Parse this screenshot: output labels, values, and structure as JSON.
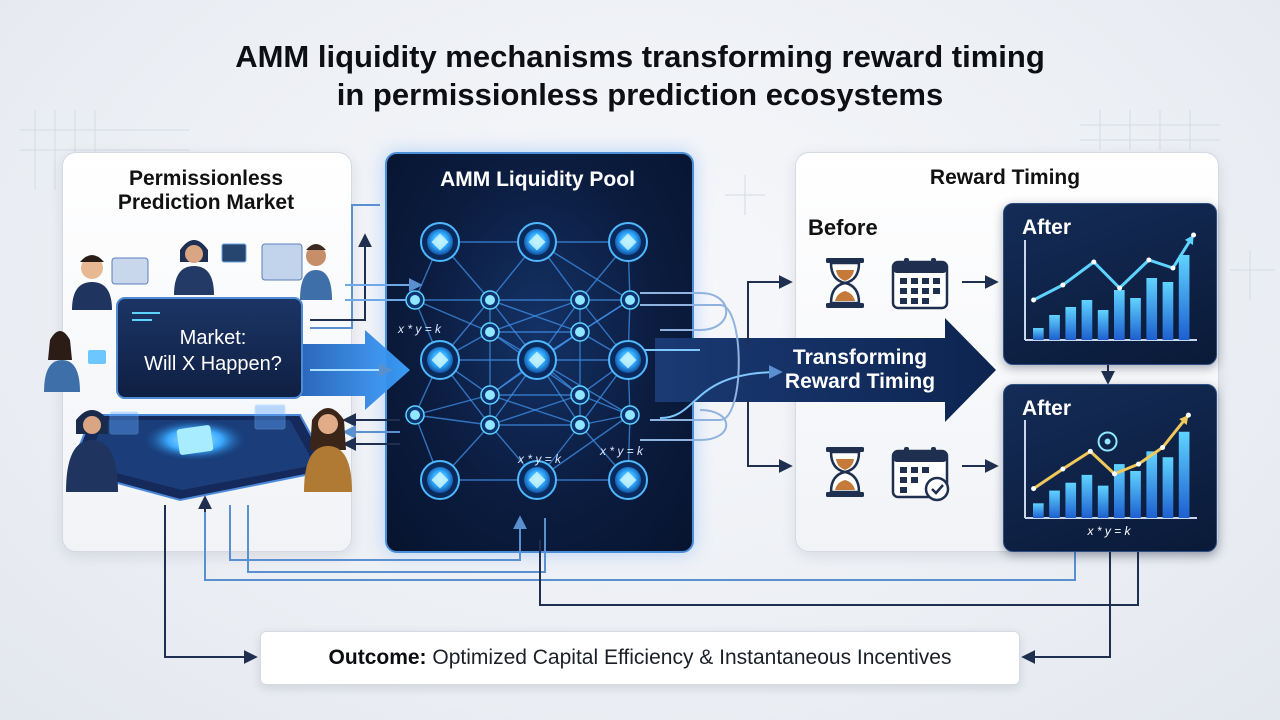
{
  "title": {
    "line1": "AMM liquidity mechanisms transforming reward timing",
    "line2": "in permissionless prediction ecosystems"
  },
  "left_panel": {
    "title_line1": "Permissionless",
    "title_line2": "Prediction Market",
    "screen_line1": "Market:",
    "screen_line2": "Will X Happen?"
  },
  "pool": {
    "title": "AMM Liquidity Pool",
    "formula": "x * y = k"
  },
  "right_panel": {
    "title": "Reward Timing",
    "before": "Before",
    "after_top": "After",
    "after_bottom": "After",
    "after_formula": "x * y = k"
  },
  "center_arrow": {
    "line1": "Transforming",
    "line2": "Reward Timing"
  },
  "outcome": {
    "label": "Outcome:",
    "text": " Optimized Capital Efficiency & Instantaneous Incentives"
  },
  "colors": {
    "pool_bg": "#0b1c3f",
    "accent_blue": "#3aa0ff",
    "glow_cyan": "#5fd3ff",
    "line_dark": "#1f2f4f",
    "arrow_light": "#7ec8ff"
  },
  "icons": [
    "hourglass-icon",
    "calendar-icon",
    "calendar-check-icon",
    "growth-chart-icon",
    "coin-icon",
    "person-icon",
    "tablet-icon"
  ]
}
